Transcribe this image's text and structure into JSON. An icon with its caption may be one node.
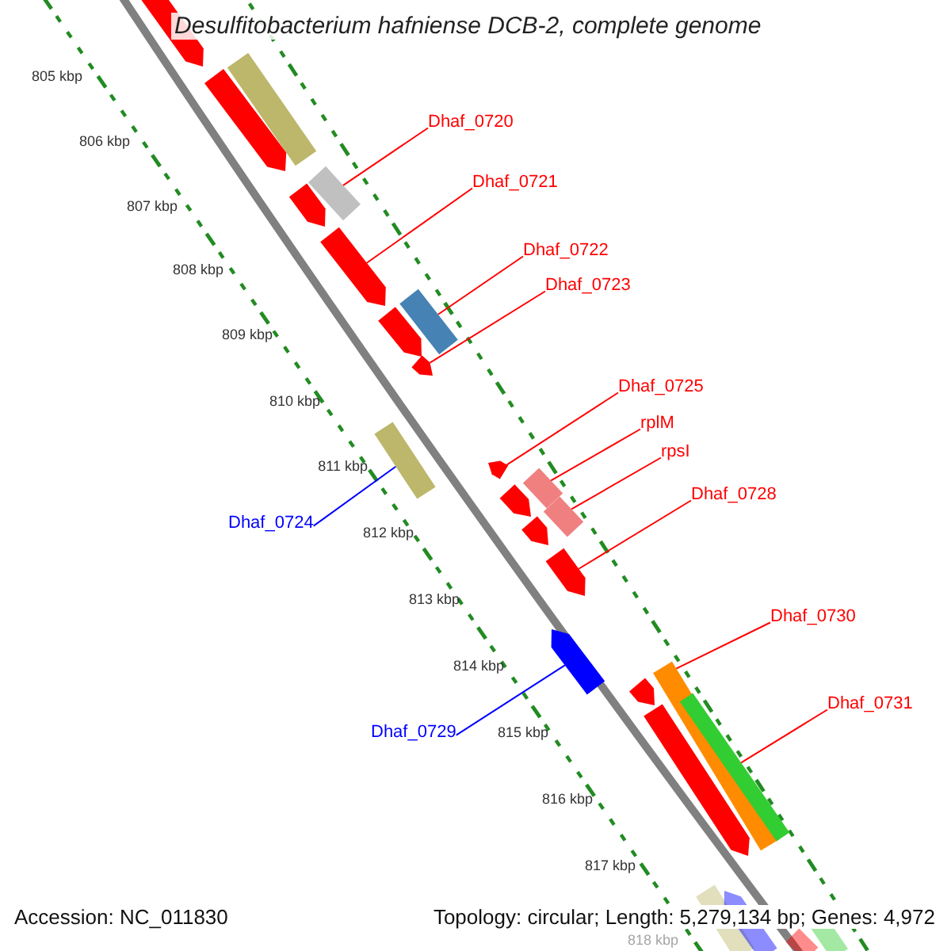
{
  "diagram": {
    "title": "Desulfitobacterium hafniense DCB-2, complete genome",
    "nodes": [
      {
        "text": [
          "Dhaf_0720"
        ]
      },
      {
        "text": [],
        "shape": "bar"
      },
      {
        "text": [
          "Dhaf_0721"
        ]
      },
      {
        "text": [],
        "shape": "bar"
      },
      {
        "text": [
          "Dhaf_0722"
        ]
      },
      {
        "text": [],
        "shape": "bar"
      },
      {
        "text": [
          "Dhaf_0723"
        ]
      },
      {
        "text": [],
        "shape": "bar"
      },
      {
        "text": [
          "Dhaf_0725"
        ]
      },
      {
        "text": [],
        "shape": "bar"
      },
      {
        "text": [
          "rplM"
        ]
      },
      {
        "text": [],
        "shape": "bar"
      },
      {
        "text": [
          "rpsI"
        ]
      },
      {
        "text": [],
        "shape": "bar"
      },
      {
        "text": [
          "Dhaf_0728"
        ]
      },
      {
        "text": [],
        "shape": "bar"
      },
      {
        "text": [
          "Dhaf_0724"
        ]
      },
      {
        "text": [],
        "shape": "bar"
      },
      {
        "text": [
          "Dhaf_0730"
        ]
      },
      {
        "text": [],
        "shape": "bar"
      },
      {
        "text": [
          "Dhaf_0731"
        ]
      },
      {
        "text": [],
        "shape": "bar"
      },
      {
        "text": [
          "Dhaf_0729"
        ]
      },
      {
        "text": [],
        "shape": "bar"
      }
    ],
    "edges": [
      {
        "from": 0,
        "to": 1,
        "arrow": "none"
      },
      {
        "from": 2,
        "to": 3,
        "arrow": "none"
      },
      {
        "from": 4,
        "to": 5,
        "arrow": "none"
      },
      {
        "from": 6,
        "to": 7,
        "arrow": "none"
      },
      {
        "from": 8,
        "to": 9,
        "arrow": "none"
      },
      {
        "from": 10,
        "to": 11,
        "arrow": "none"
      },
      {
        "from": 12,
        "to": 13,
        "arrow": "none"
      },
      {
        "from": 14,
        "to": 15,
        "arrow": "none"
      },
      {
        "from": 16,
        "to": 17,
        "arrow": "none",
        "color": "#0000ff"
      },
      {
        "from": 18,
        "to": 19,
        "arrow": "none"
      },
      {
        "from": 20,
        "to": 21,
        "arrow": "none"
      },
      {
        "from": 22,
        "to": 23,
        "arrow": "none",
        "color": "#0000ff"
      }
    ],
    "labels": [
      "805 kbp",
      "806 kbp",
      "807 kbp",
      "808 kbp",
      "809 kbp",
      "810 kbp",
      "811 kbp",
      "812 kbp",
      "813 kbp",
      "814 kbp",
      "815 kbp",
      "816 kbp",
      "817 kbp",
      "818 kbp",
      "Accession: NC_011830",
      "Topology: circular; Length: 5,279,134 bp; Genes: 4,972"
    ]
  }
}
